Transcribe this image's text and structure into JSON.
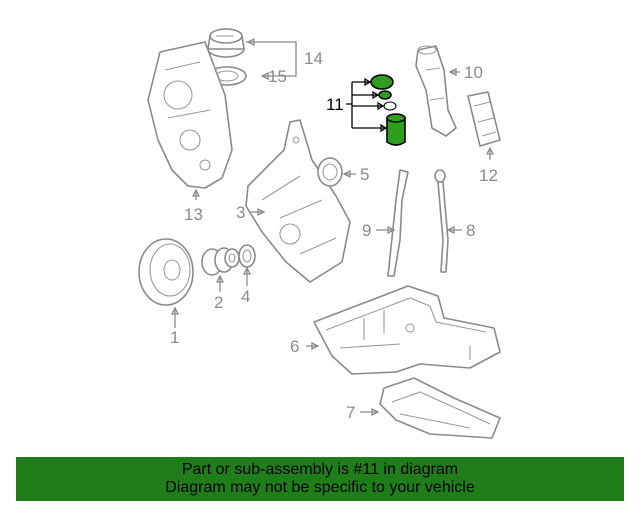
{
  "diagram": {
    "highlight_color": "#2f9e1f",
    "callouts": {
      "c1": "1",
      "c2": "2",
      "c3": "3",
      "c4": "4",
      "c5": "5",
      "c6": "6",
      "c7": "7",
      "c8": "8",
      "c9": "9",
      "c10": "10",
      "c11": "11",
      "c12": "12",
      "c13": "13",
      "c14": "14",
      "c15": "15"
    }
  },
  "banner": {
    "background": "#1f7d1a",
    "line1": "Part or sub-assembly is #11 in diagram",
    "line2": "Diagram may not be specific to your vehicle"
  }
}
